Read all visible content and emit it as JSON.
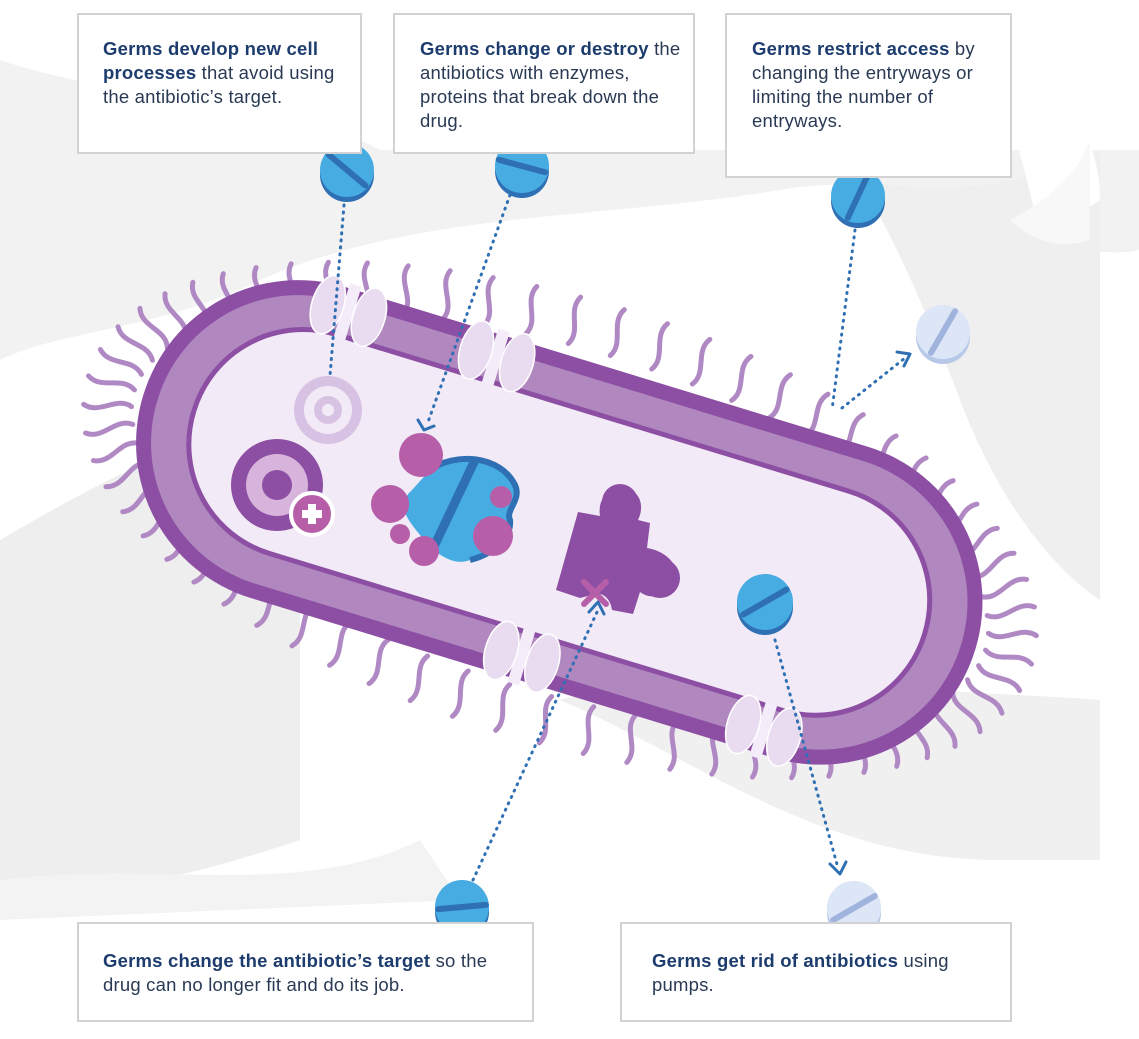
{
  "callouts": {
    "develop": {
      "bold": "Germs develop new cell processes",
      "rest": " that avoid using the antibiotic’s target."
    },
    "change": {
      "bold": "Germs change or destroy",
      "rest": " the antibiotics with enzymes, proteins that break down the drug."
    },
    "restrict": {
      "bold": "Germs restrict access",
      "rest": " by changing the entryways or limiting the number of entryways."
    },
    "target": {
      "bold": "Germs change the antibiotic’s target",
      "rest": " so the drug can no longer fit and do its job."
    },
    "pumps": {
      "bold": "Germs get rid of antibiotics",
      "rest": " using pumps."
    }
  },
  "colors": {
    "outer_membrane": "#8c4fa3",
    "inner_membrane": "#b088bf",
    "cytoplasm": "#f2eaf6",
    "pill": "#47ace2",
    "pill_stripe": "#2f6fb3",
    "pill_faded": "#dce6f7",
    "magenta": "#b65fa8",
    "title_text": "#1d3c6e"
  },
  "icons": [
    "pill-icon",
    "faded-pill-icon",
    "target-ring-icon",
    "plus-badge-icon",
    "puzzle-piece-icon",
    "x-mark-icon",
    "enzyme-blob-icon",
    "flagella-icon"
  ]
}
